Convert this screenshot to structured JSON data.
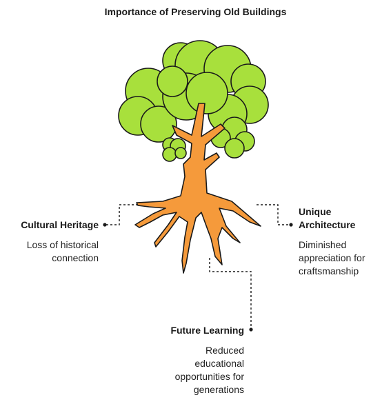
{
  "title": "Importance of Preserving Old Buildings",
  "branches": [
    {
      "key": "cultural",
      "heading": "Cultural Heritage",
      "description": "Loss of historical connection"
    },
    {
      "key": "architecture",
      "heading": "Unique Architecture",
      "description": "Diminished appreciation for craftsmanship"
    },
    {
      "key": "learning",
      "heading": "Future Learning",
      "description": "Reduced educational opportunities for generations"
    }
  ],
  "colors": {
    "foliage": "#a8e03c",
    "trunk": "#f59a3b",
    "outline": "#1a1a1a",
    "connector": "#1a1a1a"
  }
}
